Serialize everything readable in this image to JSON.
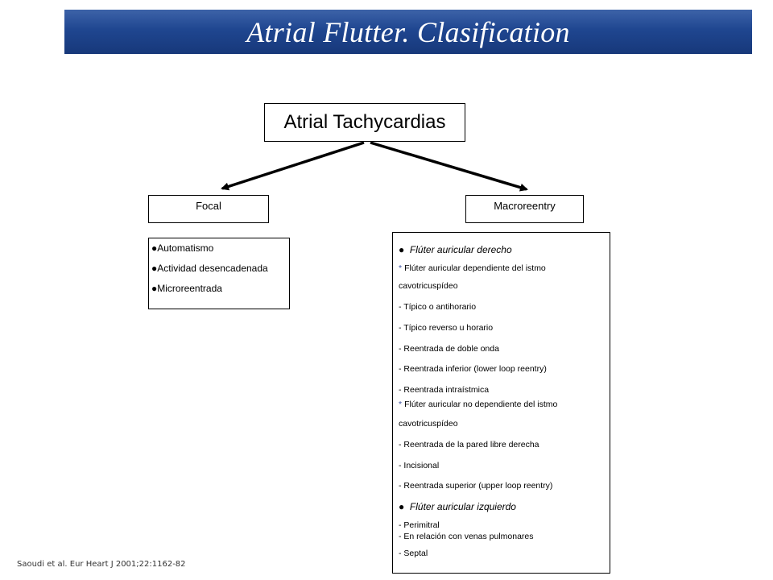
{
  "header": {
    "title": "Atrial Flutter. Clasification"
  },
  "diagram": {
    "root": "Atrial Tachycardias",
    "focal": {
      "label": "Focal",
      "items": [
        "Automatismo",
        "Actividad desencadenada",
        "Microreentrada"
      ]
    },
    "macroreentry": {
      "label": "Macroreentry",
      "lines": [
        "Flúter auricular derecho",
        "Flúter auricular dependiente  del istmo",
        "cavotricuspídeo",
        "- Típico o antihorario",
        "- Típico reverso u horario",
        "- Reentrada  de doble onda",
        "- Reentrada  inferior (lower loop reentry)",
        "- Reentrada  intraístmica",
        "Flúter auricular no dependiente  del istmo",
        "cavotricuspídeo",
        "- Reentrada  de la pared libre derecha",
        "- Incisional",
        "- Reentrada  superior (upper loop reentry)",
        "Flúter auricular izquierdo",
        "- Perimitral",
        "- En relación con venas pulmonares",
        "- Septal"
      ]
    }
  },
  "footer": {
    "citation": "Saoudi et al. Eur Heart J 2001;22:1162-82"
  },
  "colors": {
    "title_bar": "#1f4690",
    "star": "#3a4fa0"
  }
}
